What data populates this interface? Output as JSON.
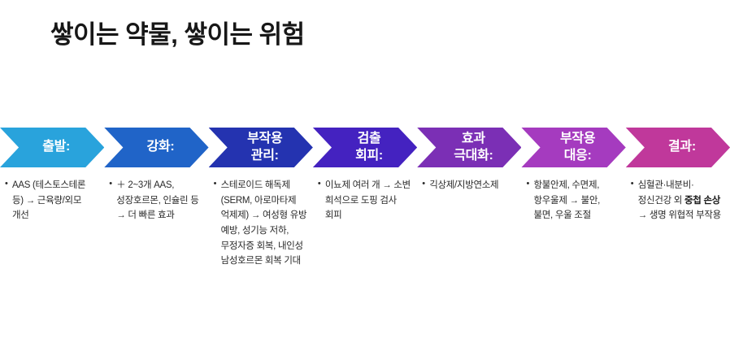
{
  "page": {
    "title": "쌓이는 약물, 쌓이는 위험"
  },
  "flow": {
    "steps": [
      {
        "label_lines": [
          "출발:"
        ],
        "color": "#29A3DC",
        "body": "AAS (테스토스테론 등) → 근육량/외모 개선",
        "body_pre": "",
        "body_bold": "",
        "body_post": ""
      },
      {
        "label_lines": [
          "강화:"
        ],
        "color": "#2064C8",
        "body": "＋ 2~3개 AAS, 성장호르몬, 인슐린 등 → 더 빠른 효과",
        "body_pre": "",
        "body_bold": "",
        "body_post": ""
      },
      {
        "label_lines": [
          "부작용",
          "관리:"
        ],
        "color": "#2433B0",
        "body": "스테로이드 해독제 (SERM, 아로마타제 억제제) → 여성형 유방 예방, 성기능 저하, 무정자증 회복, 내인성 남성호르몬 회복 기대",
        "body_pre": "",
        "body_bold": "",
        "body_post": ""
      },
      {
        "label_lines": [
          "검출",
          "회피:"
        ],
        "color": "#4422C0",
        "body": "이뇨제 여러 개 → 소변 희석으로 도핑 검사 회피",
        "body_pre": "",
        "body_bold": "",
        "body_post": ""
      },
      {
        "label_lines": [
          "효과",
          "극대화:"
        ],
        "color": "#7B2FB5",
        "body": "긱상제/지방연소제",
        "body_pre": "",
        "body_bold": "",
        "body_post": ""
      },
      {
        "label_lines": [
          "부작용",
          "대응:"
        ],
        "color": "#A53BBF",
        "body": "항불안제, 수면제, 항우울제 → 불안, 불면, 우울 조절",
        "body_pre": "",
        "body_bold": "",
        "body_post": ""
      },
      {
        "label_lines": [
          "결과:"
        ],
        "color": "#C0389B",
        "body": "심혈관·내분비·정신건강 외 중첩 손상 → 생명 위협적 부작용",
        "body_pre": "심혈관·내분비·정신건강 외 ",
        "body_bold": "중첩 손상",
        "body_post": " → 생명 위협적 부작용"
      }
    ]
  }
}
